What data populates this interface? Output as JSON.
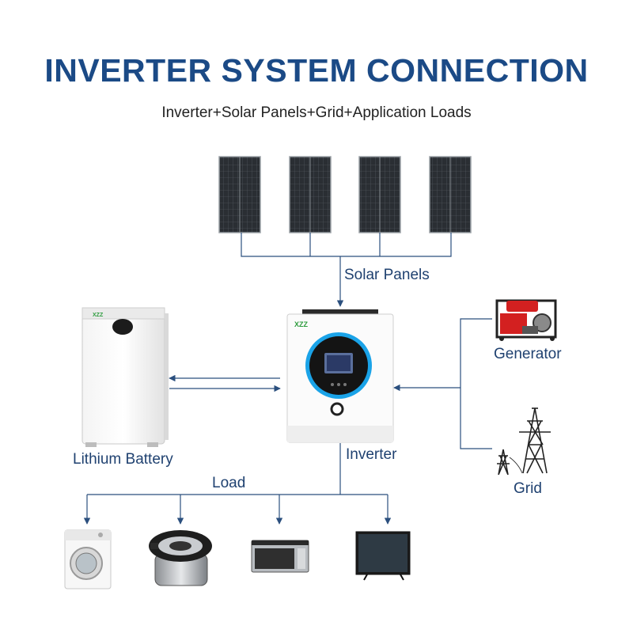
{
  "header": {
    "title": "INVERTER SYSTEM CONNECTION",
    "subtitle": "Inverter+Solar Panels+Grid+Application Loads"
  },
  "labels": {
    "solar_panels": "Solar Panels",
    "lithium_battery": "Lithium Battery",
    "inverter": "Inverter",
    "generator": "Generator",
    "grid": "Grid",
    "load": "Load"
  },
  "devices": {
    "brand": "XZZ"
  },
  "colors": {
    "title": "#1b4a86",
    "line": "#2b4f7e",
    "label": "#1f4170",
    "inverter_ring": "#1aa3e8",
    "generator": "#d32020"
  },
  "icons": [
    "solar-panel-icon",
    "battery-icon",
    "inverter-icon",
    "generator-icon",
    "power-tower-icon",
    "washing-machine-icon",
    "rice-cooker-icon",
    "microwave-icon",
    "television-icon"
  ]
}
